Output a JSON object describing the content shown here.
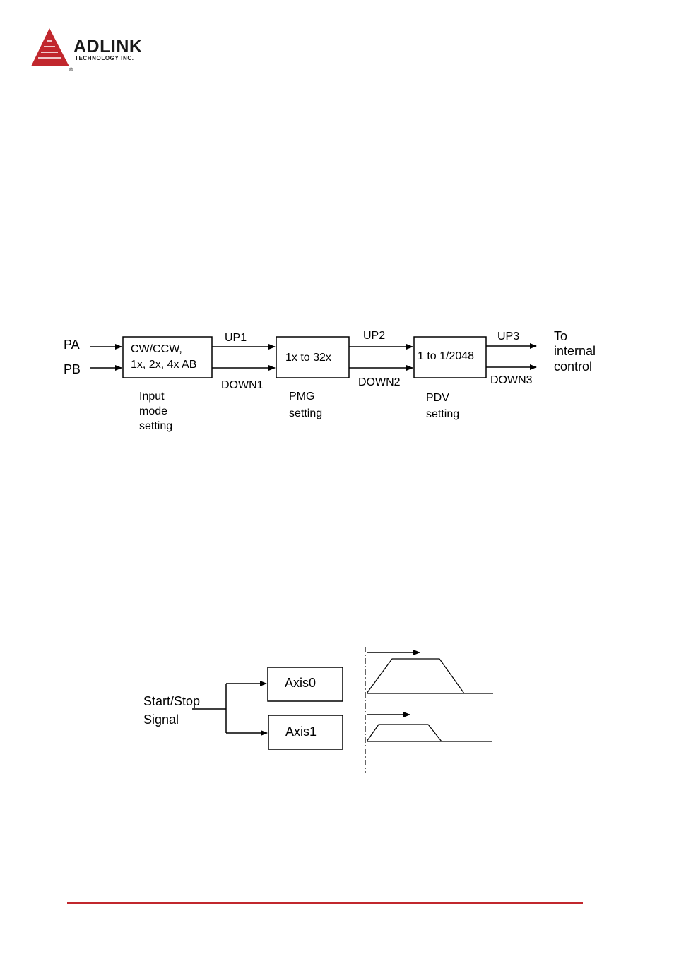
{
  "brand": {
    "name": "ADLINK",
    "subtitle": "TECHNOLOGY INC.",
    "registered": "®",
    "accent_color": "#c1272d"
  },
  "diagram1": {
    "inputs": [
      "PA",
      "PB"
    ],
    "blocks": [
      {
        "lines": [
          "CW/CCW,",
          "1x, 2x, 4x AB"
        ],
        "caption": [
          "Input",
          "mode",
          "setting"
        ]
      },
      {
        "lines": [
          "1x to 32x"
        ],
        "caption": [
          "PMG",
          "setting"
        ]
      },
      {
        "lines": [
          "1 to 1/2048"
        ],
        "caption": [
          "PDV",
          "setting"
        ]
      }
    ],
    "signals": {
      "up": [
        "UP1",
        "UP2",
        "UP3"
      ],
      "down": [
        "DOWN1",
        "DOWN2",
        "DOWN3"
      ]
    },
    "output": [
      "To",
      "internal",
      "control"
    ]
  },
  "diagram2": {
    "source": [
      "Start/Stop",
      "Signal"
    ],
    "axes": [
      "Axis0",
      "Axis1"
    ]
  }
}
